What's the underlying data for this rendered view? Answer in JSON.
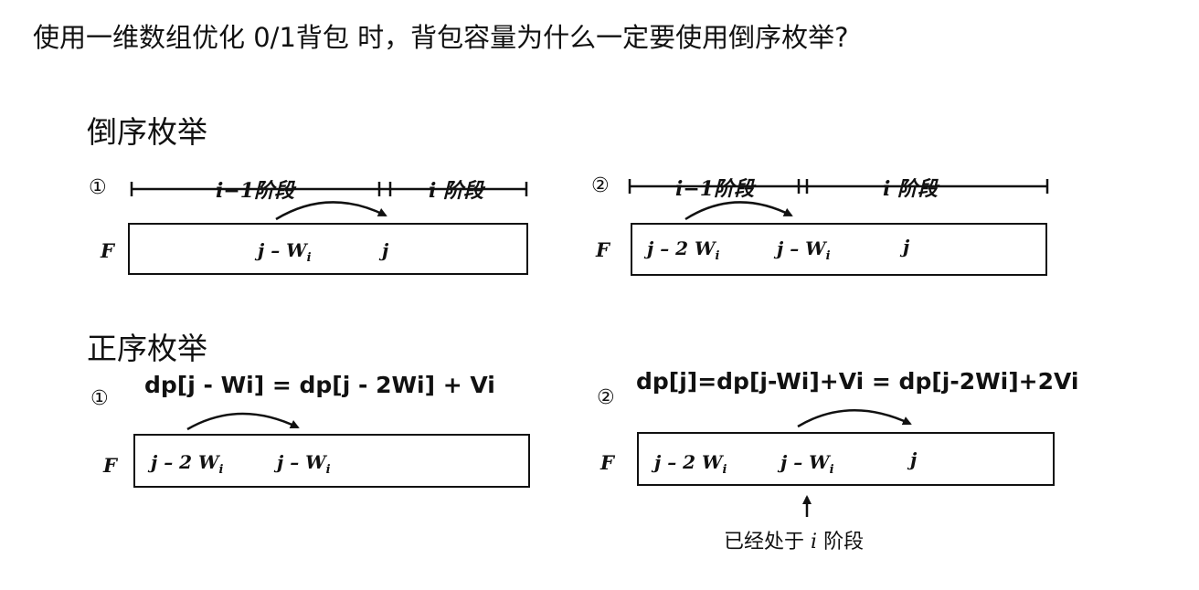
{
  "question": "使用一维数组优化 0/1背包 时，背包容量为什么一定要使用倒序枚举?",
  "reverse": {
    "heading": "倒序枚举",
    "panel1": {
      "marker": "①",
      "stage_prev": "i−1阶段",
      "stage_cur": "i 阶段",
      "row_label": "F",
      "cells": {
        "c1_main": "j – W",
        "c1_sub": "i",
        "c2": "j"
      }
    },
    "panel2": {
      "marker": "②",
      "stage_prev": "i−1阶段",
      "stage_cur": "i 阶段",
      "row_label": "F",
      "cells": {
        "c1_main": "j – 2 W",
        "c1_sub": "i",
        "c2_main": "j – W",
        "c2_sub": "i",
        "c3": "j"
      }
    }
  },
  "forward": {
    "heading": "正序枚举",
    "panel1": {
      "marker": "①",
      "equation": "dp[j - Wi] = dp[j - 2Wi] + Vi",
      "row_label": "F",
      "cells": {
        "c1_main": "j – 2 W",
        "c1_sub": "i",
        "c2_main": "j – W",
        "c2_sub": "i"
      }
    },
    "panel2": {
      "marker": "②",
      "equation": "dp[j]=dp[j-Wi]+Vi = dp[j-2Wi]+2Vi",
      "row_label": "F",
      "cells": {
        "c1_main": "j – 2 W",
        "c1_sub": "i",
        "c2_main": "j – W",
        "c2_sub": "i",
        "c3": "j"
      },
      "note_prefix": "已经处于",
      "note_i": "i",
      "note_suffix": "阶段"
    }
  }
}
